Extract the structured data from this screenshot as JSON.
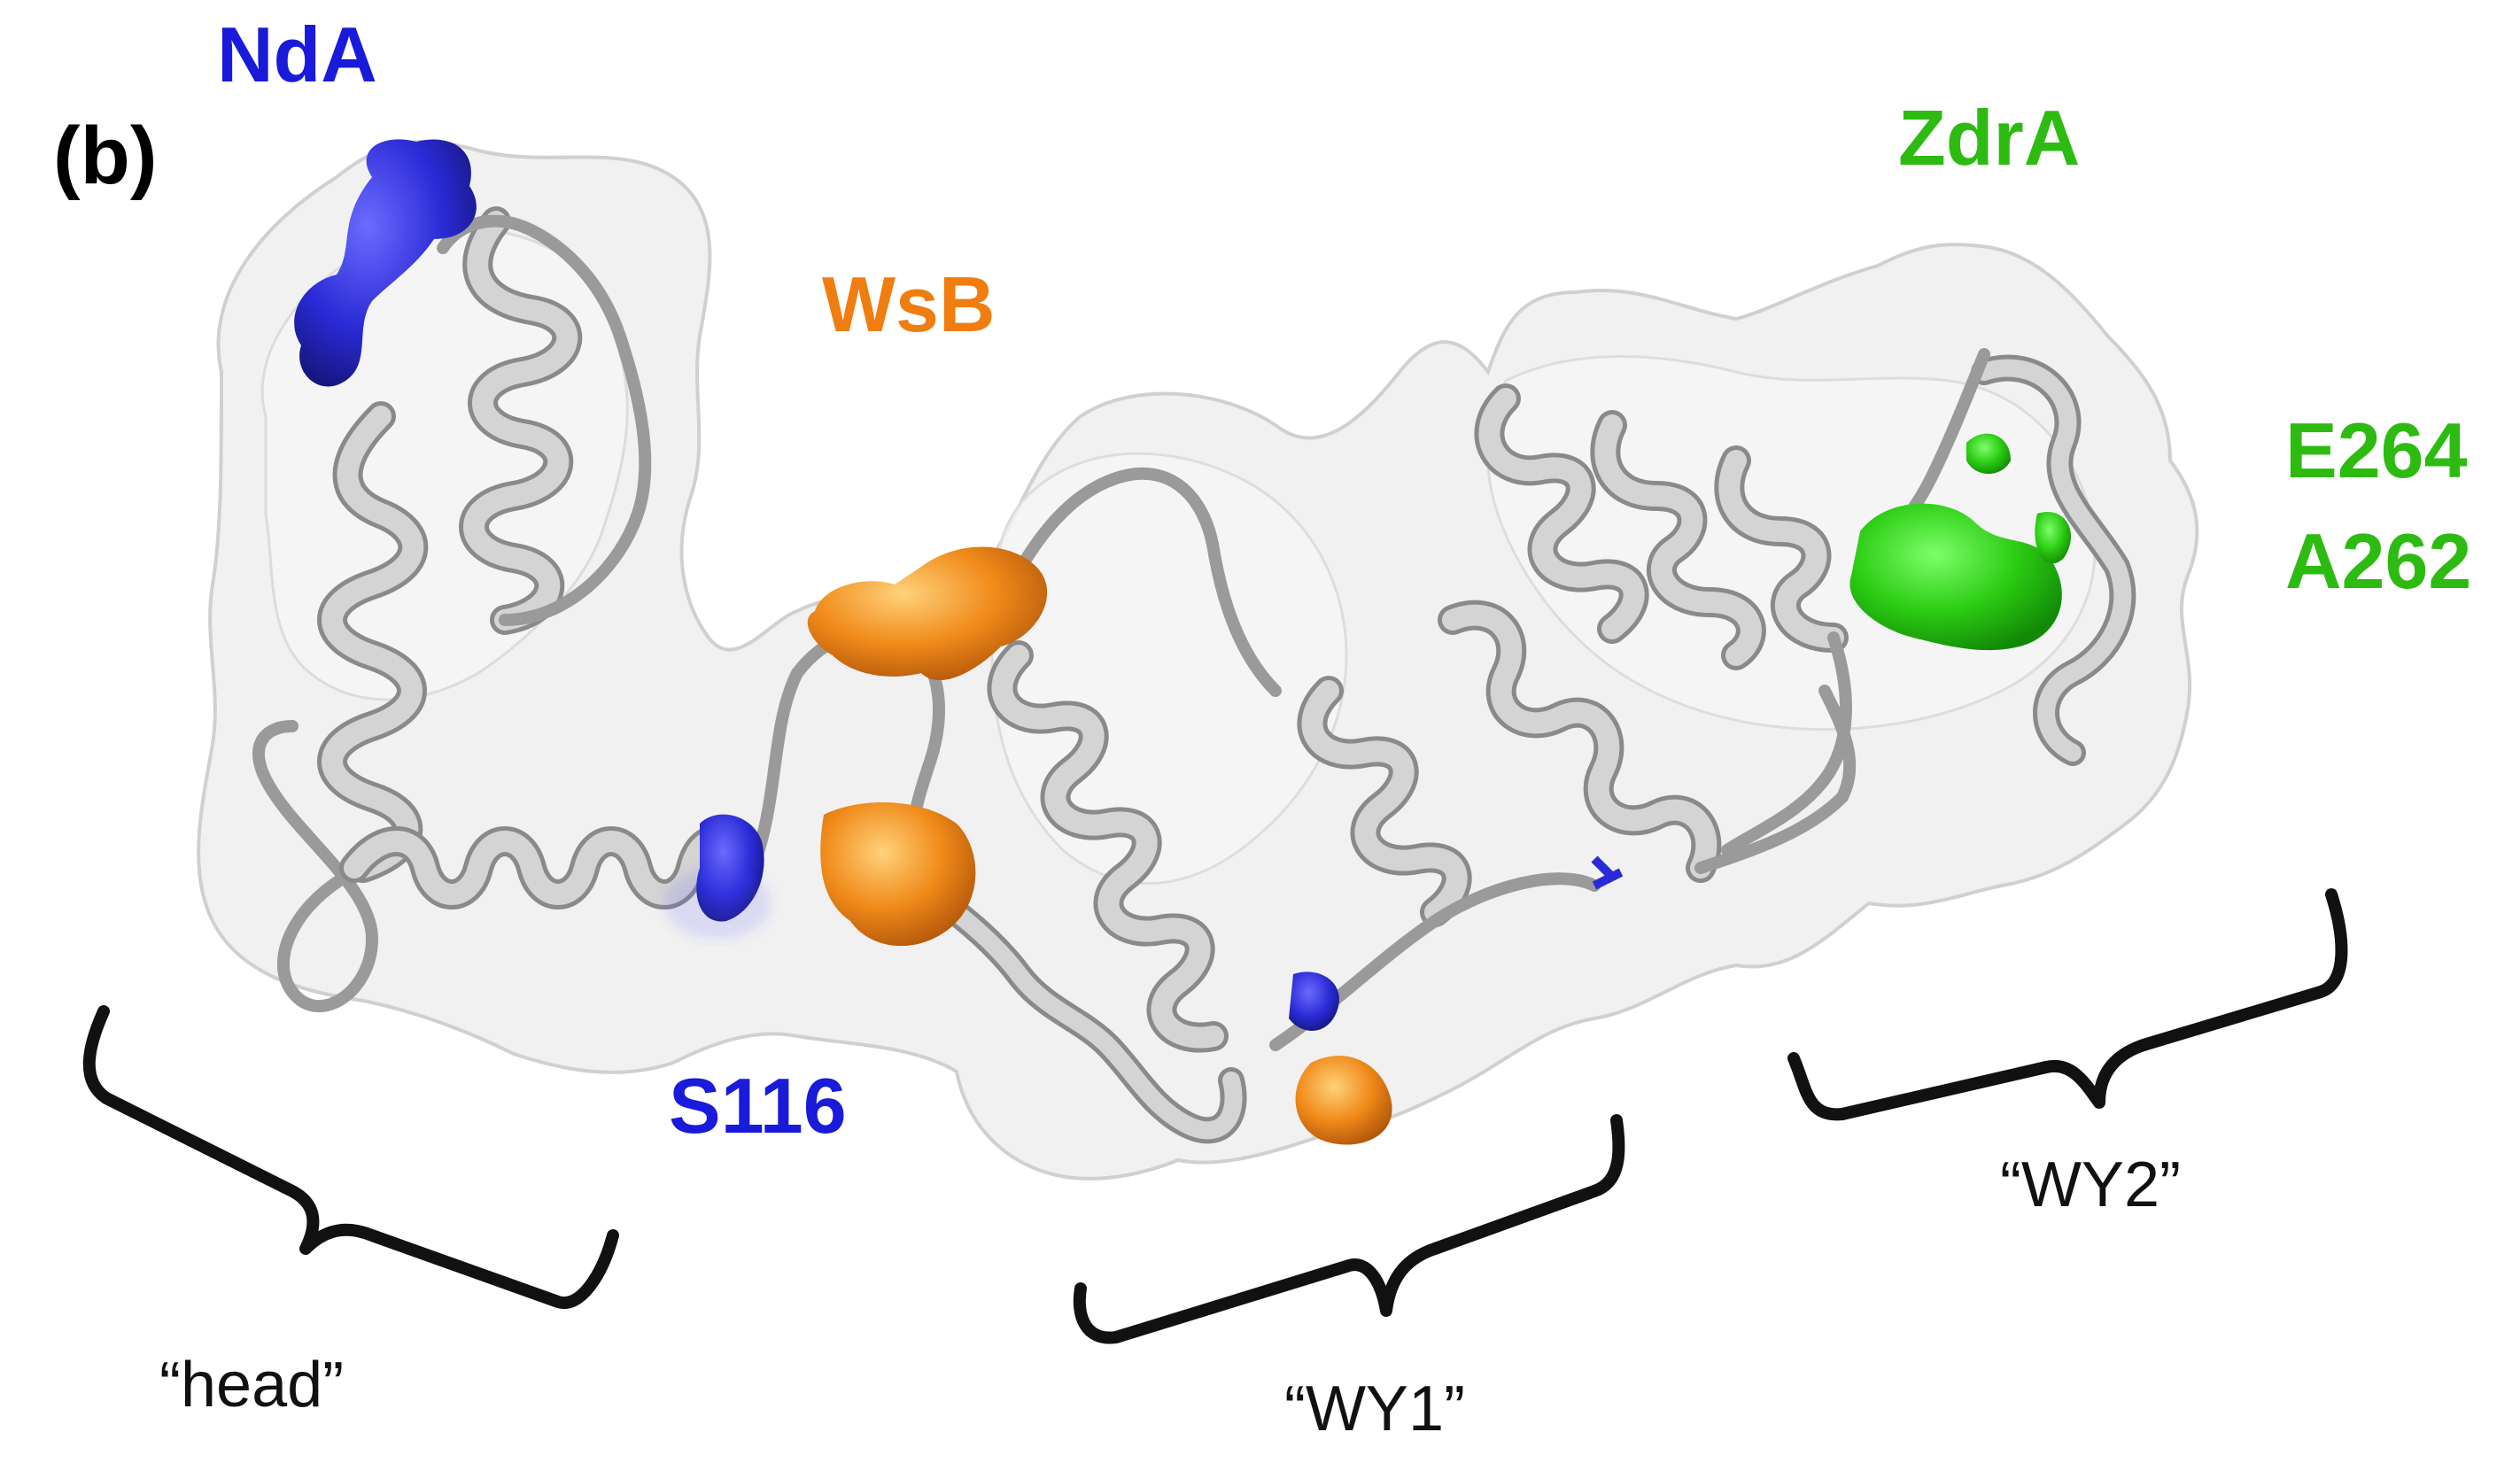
{
  "panel_label": "(b)",
  "residue_labels": {
    "nda": "NdA",
    "wsb": "WsB",
    "zdra": "ZdrA",
    "e264": "E264",
    "a262": "A262",
    "s116": "S116"
  },
  "region_labels": {
    "head": "“head”",
    "wy1": "“WY1”",
    "wy2": "“WY2”"
  },
  "colors": {
    "blue": "#1a1adb",
    "orange": "#f07d10",
    "green": "#2dbb12",
    "ribbon": "#c2c2c2",
    "surface": "#eeeeee",
    "bracket": "#111111"
  },
  "icons": {
    "structure": "protein-ribbon-surface-render"
  }
}
